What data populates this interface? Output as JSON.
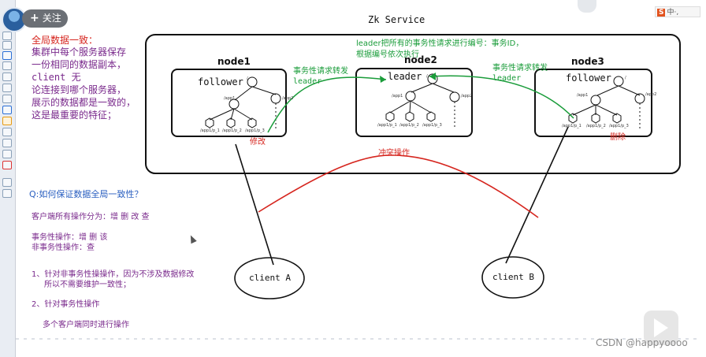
{
  "header": {
    "follow_label": "关注",
    "ime_label": "中·,",
    "ime_logo": "S"
  },
  "diagram": {
    "title": "Zk Service",
    "nodes": {
      "node1": "node1",
      "node2": "node2",
      "node3": "node3"
    },
    "roles": {
      "node1": "follower",
      "node2": "leader",
      "node3": "follower"
    },
    "subnodes": {
      "node1_app1": "/app1",
      "node1_app2": "/app2",
      "node2_app1": "/app1",
      "node2_app2": "/app2",
      "node3_app1": "/app1",
      "node3_app2": "/app2",
      "node1_leaves": [
        "/app1/p_1",
        "/app1/p_2",
        "/app1/p_3"
      ],
      "node2_leaves": [
        "/app1/p_1",
        "/app1/p_2",
        "/app1/p_3"
      ],
      "node3_leaves": [
        "/app1/p_1",
        "/app1/p_2",
        "/app1/p_3"
      ],
      "root": "/"
    },
    "left_note": {
      "title": "全局数据一致：",
      "lines": [
        "集群中每个服务器保存",
        "一份相同的数据副本，",
        "client 无",
        "论连接到哪个服务器，",
        "展示的数据都是一致的，",
        "这是最重要的特征；"
      ]
    },
    "arrow_label_left": [
      "事务性请求转发",
      "leader"
    ],
    "arrow_label_right": [
      "事务性请求转发",
      "leader"
    ],
    "leader_note": [
      "leader把所有的事务性请求进行编号：事务ID，",
      "根据编号依次执行"
    ],
    "modify_label": "修改",
    "delete_label": "删除",
    "conflict_label": "冲突操作",
    "clients": [
      "client A",
      "client B"
    ],
    "question": "Q:如何保证数据全局一致性？",
    "ops_line": "客户端所有操作分为：增 删 改 查",
    "tx_line": "事务性操作：增 删 该",
    "non_tx_line": "非事务性操作：查",
    "point1_a": "1、针对非事务性操操作，因为不涉及数据修改",
    "point1_b": "所以不需要维护一致性；",
    "point2": "2、针对事务性操作",
    "point3": "多个客户端同时进行操作"
  },
  "watermark": "CSDN @happyoooo",
  "colors": {
    "green": "#1a9c3a",
    "red": "#d6261f",
    "purple": "#7a2a8c",
    "blue": "#2a5fc0"
  }
}
